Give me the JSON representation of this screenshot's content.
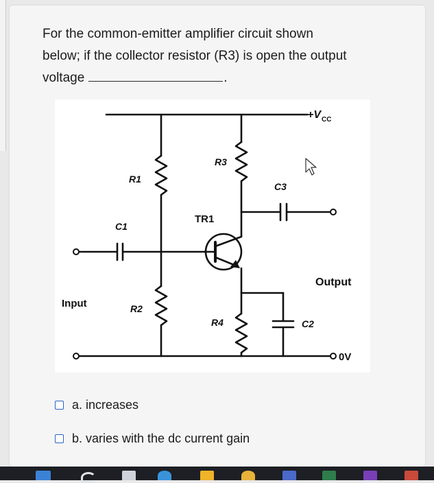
{
  "question": {
    "line1": "For the common-emitter amplifier circuit shown",
    "line2": "below; if the collector resistor (R3) is open the output",
    "line3": "voltage",
    "blank_end": "."
  },
  "circuit": {
    "vcc_label": "+V",
    "vcc_sub": "CC",
    "r1": "R1",
    "r2": "R2",
    "r3": "R3",
    "r4": "R4",
    "c1": "C1",
    "c2": "C2",
    "c3": "C3",
    "tr1": "TR1",
    "input": "Input",
    "output": "Output",
    "ground": "0V"
  },
  "options": [
    {
      "letter": "a.",
      "text": "a. increases"
    },
    {
      "letter": "b.",
      "text": "b. varies with the dc current gain"
    }
  ],
  "colors": {
    "checkbox_border": "#2a62c9",
    "taskbar": "#1d1f24"
  }
}
